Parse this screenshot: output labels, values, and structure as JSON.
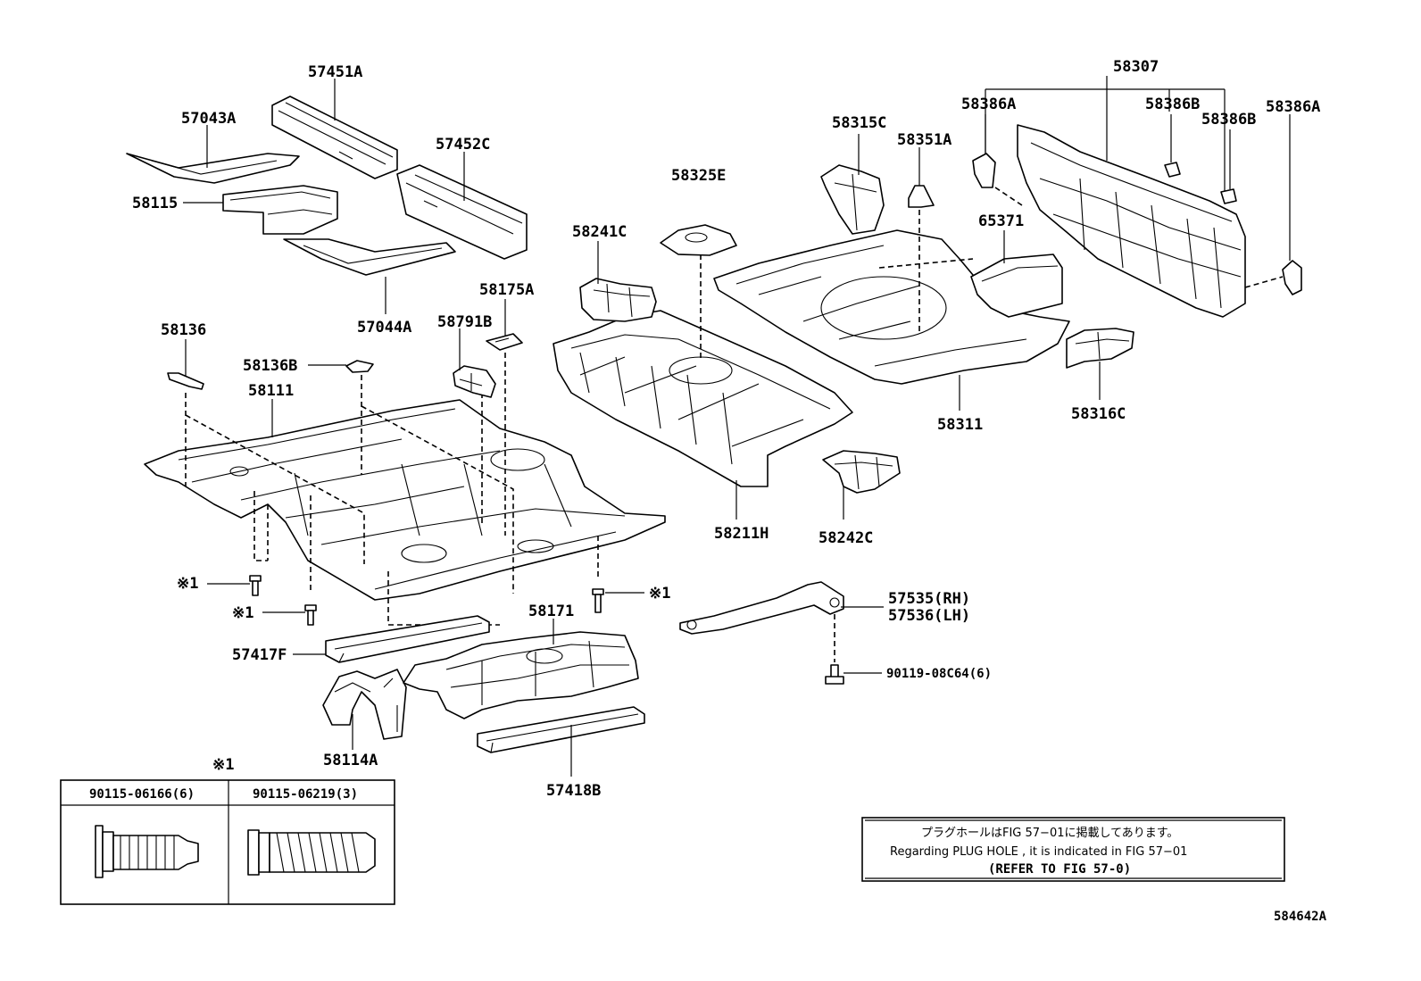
{
  "labels": {
    "p57451A": "57451A",
    "p57043A": "57043A",
    "p57452C": "57452C",
    "p58115": "58115",
    "p57044A": "57044A",
    "p58136": "58136",
    "p58136B": "58136B",
    "p58111": "58111",
    "p58791B": "58791B",
    "p58175A": "58175A",
    "p58241C": "58241C",
    "p58325E": "58325E",
    "p58315C": "58315C",
    "p58351A": "58351A",
    "p65371": "65371",
    "p58307": "58307",
    "p58386A_left": "58386A",
    "p58386B_a": "58386B",
    "p58386B_b": "58386B",
    "p58386A_right": "58386A",
    "p58311": "58311",
    "p58316C": "58316C",
    "p58211H": "58211H",
    "p58242C": "58242C",
    "p58171": "58171",
    "p57417F": "57417F",
    "p58114A": "58114A",
    "p57418B": "57418B",
    "p57535": "57535(RH)",
    "p57536": "57536(LH)",
    "p90119": "90119-08C64(6)",
    "mark1_a": "※1",
    "mark1_b": "※1",
    "mark1_c": "※1"
  },
  "bolt_table": {
    "title": "※1",
    "columns": [
      "90115-06166(6)",
      "90115-06219(3)"
    ]
  },
  "note": {
    "line1": "プラグホールはFIG 57−01に掲載してあります。",
    "line2": "Regarding  PLUG  HOLE , it is indicated in FIG  57−01",
    "line3": "(REFER TO FIG 57-0)"
  },
  "figure_id": "584642A"
}
